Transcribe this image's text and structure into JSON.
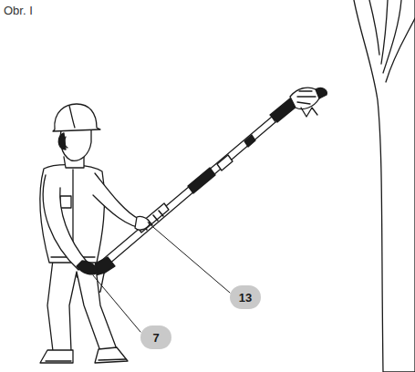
{
  "diagram": {
    "labels": [
      "Obr. I",
      "13",
      "7"
    ]
  }
}
